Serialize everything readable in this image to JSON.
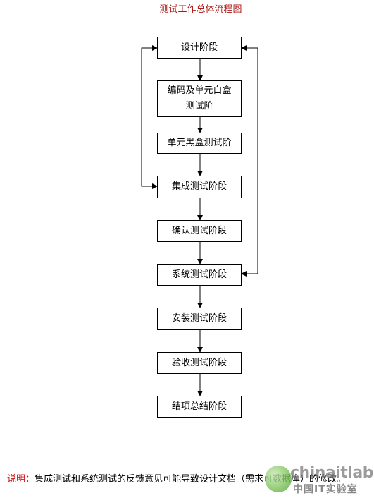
{
  "title": "测试工作总体流程图",
  "stages": [
    {
      "id": "design",
      "label": "设计阶段"
    },
    {
      "id": "unit-whitebox",
      "label_line1": "编码及单元白盒",
      "label_line2": "测试阶"
    },
    {
      "id": "unit-blackbox",
      "label": "单元黑盒测试阶"
    },
    {
      "id": "integration",
      "label": "集成测试阶段"
    },
    {
      "id": "confirmation",
      "label": "确认测试阶段"
    },
    {
      "id": "system",
      "label": "系统测试阶段"
    },
    {
      "id": "installation",
      "label": "安装测试阶段"
    },
    {
      "id": "acceptance",
      "label": "验收测试阶段"
    },
    {
      "id": "summary",
      "label": "结项总结阶段"
    }
  ],
  "feedback_loops": [
    {
      "from": "集成测试阶段",
      "to": "设计阶段",
      "side": "left"
    },
    {
      "from": "系统测试阶段",
      "to": "设计阶段",
      "side": "right"
    }
  ],
  "note": {
    "label": "说明：",
    "text": "集成测试和系统测试的反馈意见可能导致设计文档（需求可数据库）的修改。"
  },
  "watermark": {
    "text": "chinaitlab",
    "subtext": "中国IT实验室"
  },
  "colors": {
    "title": "#b01818",
    "note_label": "#d01818",
    "lines": "#000000"
  }
}
